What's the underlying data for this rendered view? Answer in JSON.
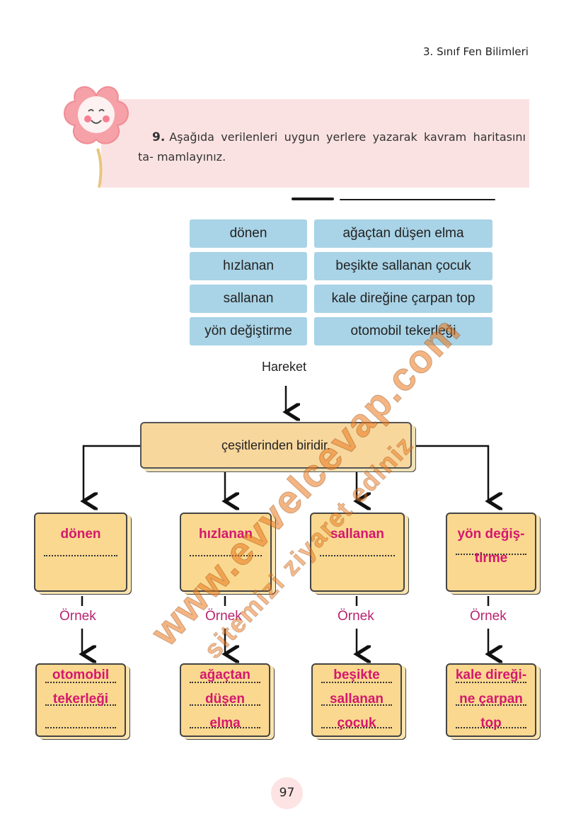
{
  "header": {
    "subject": "3. Sınıf Fen Bilimleri"
  },
  "question": {
    "number": "9.",
    "text": "Aşağıda verilenleri uygun yerlere yazarak kavram haritasını ta- mamlayınız."
  },
  "word_bank": {
    "left": [
      "dönen",
      "hızlanan",
      "sallanan",
      "yön değiştirme"
    ],
    "right": [
      "ağaçtan düşen elma",
      "beşikte sallanan çocuk",
      "kale direğine çarpan top",
      "otomobil tekerleği"
    ]
  },
  "concept_map": {
    "root": "Hareket",
    "center": "çeşitlerinden biridir.",
    "example_label": "Örnek",
    "types": [
      {
        "lines": [
          "dönen"
        ]
      },
      {
        "lines": [
          "hızlanan"
        ]
      },
      {
        "lines": [
          "sallanan"
        ]
      },
      {
        "lines": [
          "yön değiş-",
          "tirme"
        ]
      }
    ],
    "examples": [
      {
        "lines": [
          "otomobil",
          "tekerleği"
        ]
      },
      {
        "lines": [
          "ağaçtan",
          "düşen",
          "elma"
        ]
      },
      {
        "lines": [
          "beşikte",
          "sallanan",
          "çocuk"
        ]
      },
      {
        "lines": [
          "kale direği-",
          "ne çarpan",
          "top"
        ]
      }
    ]
  },
  "watermark": {
    "line1": "www.evvelcevap.com",
    "line2": "sitemizi ziyaret ediniz"
  },
  "footer": {
    "page_number": "97"
  },
  "colors": {
    "answer": "#d4186e",
    "card": "#fbd88f",
    "word_box": "#a9d3e6",
    "panel": "#fbe2e2",
    "label": "#b8246f"
  }
}
